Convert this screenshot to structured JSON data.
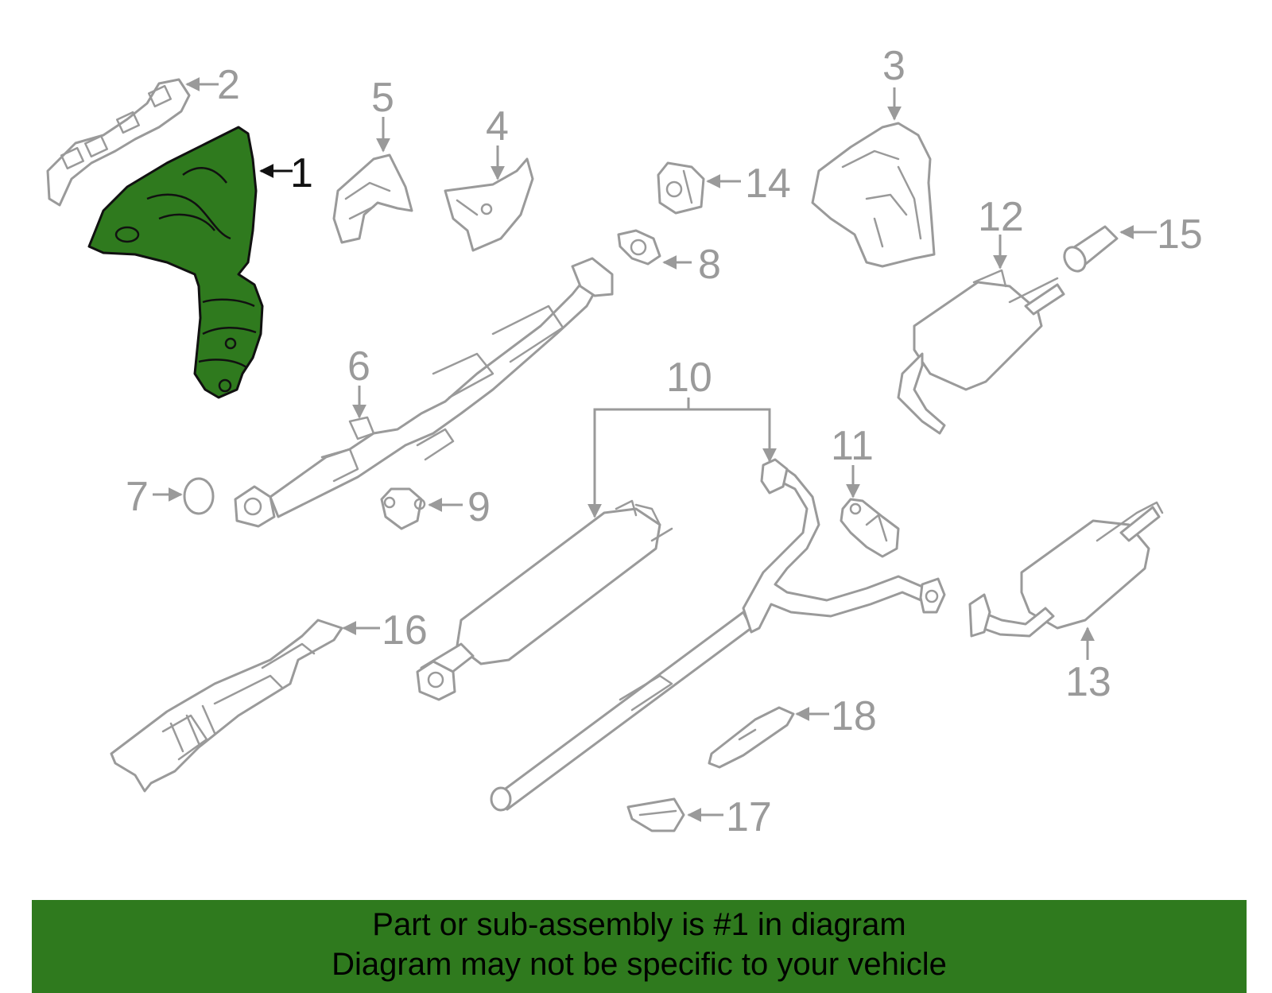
{
  "diagram": {
    "highlight_color": "#2f7a1e",
    "part_color": "#9a9a9a",
    "callouts": [
      "1",
      "2",
      "3",
      "4",
      "5",
      "6",
      "7",
      "8",
      "9",
      "10",
      "11",
      "12",
      "13",
      "14",
      "15",
      "16",
      "17",
      "18"
    ],
    "highlighted_callout": "1"
  },
  "banner": {
    "line1": "Part or sub-assembly is #1 in diagram",
    "line2": "Diagram may not be specific to your vehicle",
    "background": "#2f7a1e"
  }
}
